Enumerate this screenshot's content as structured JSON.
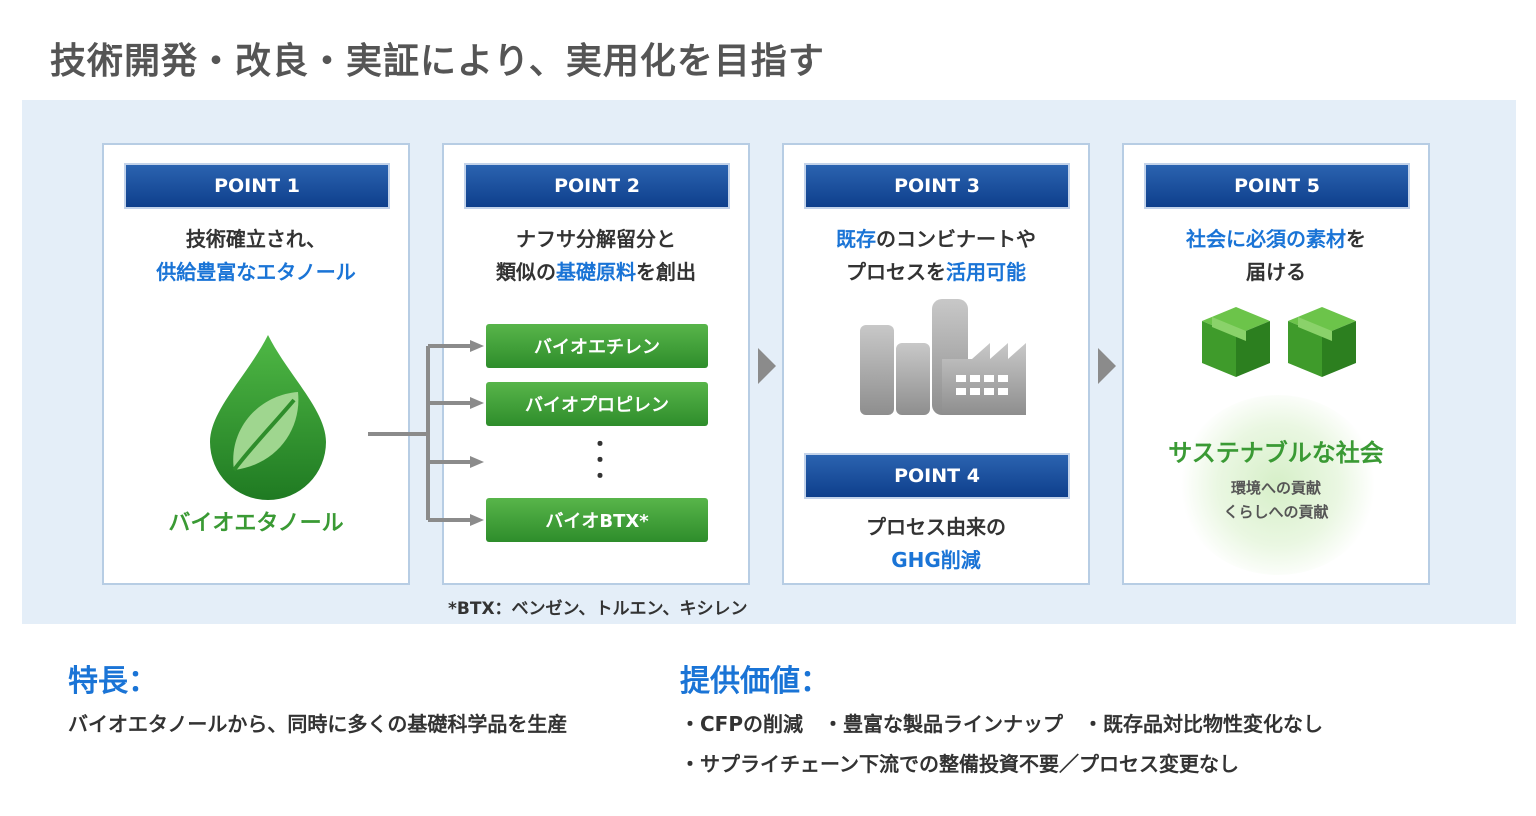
{
  "title": "技術開発・改良・実証により、実用化を目指す",
  "points": [
    {
      "badge": "POINT 1",
      "line1": "技術確立され、",
      "line2": "供給豊富なエタノール",
      "icon_label": "バイオエタノール"
    },
    {
      "badge": "POINT 2",
      "line1": "ナフサ分解留分と",
      "line2_pre": "類似の",
      "line2_hl": "基礎原料",
      "line2_post": "を創出",
      "products": [
        "バイオエチレン",
        "バイオプロピレン",
        "・\n・\n・",
        "バイオBTX*"
      ],
      "footnote": "*BTX：ベンゼン、トルエン、キシレン"
    },
    {
      "badge": "POINT 3",
      "line1_hl": "既存",
      "line1_post": "のコンビナートや",
      "line2_pre": "プロセスを",
      "line2_hl": "活用可能"
    },
    {
      "badge": "POINT 4",
      "line1": "プロセス由来の",
      "line2": "GHG削減"
    },
    {
      "badge": "POINT 5",
      "line1_hl": "社会に必須の素材",
      "line1_post": "を",
      "line2": "届ける",
      "sustain": "サステナブルな社会",
      "sustain_sub1": "環境への貢献",
      "sustain_sub2": "くらしへの貢献"
    }
  ],
  "features": {
    "heading": "特長：",
    "text": "バイオエタノールから、同時に多くの基礎科学品を生産"
  },
  "values": {
    "heading": "提供価値：",
    "line1": "・CFPの削減　・豊富な製品ラインナップ　・既存品対比物性変化なし",
    "line2": "・サプライチェーン下流での整備投資不要／プロセス変更なし"
  },
  "colors": {
    "navy": "#0e3f8c",
    "green": "#2e8d2b",
    "accent": "#1a74d6",
    "panel": "#e4eef8"
  }
}
